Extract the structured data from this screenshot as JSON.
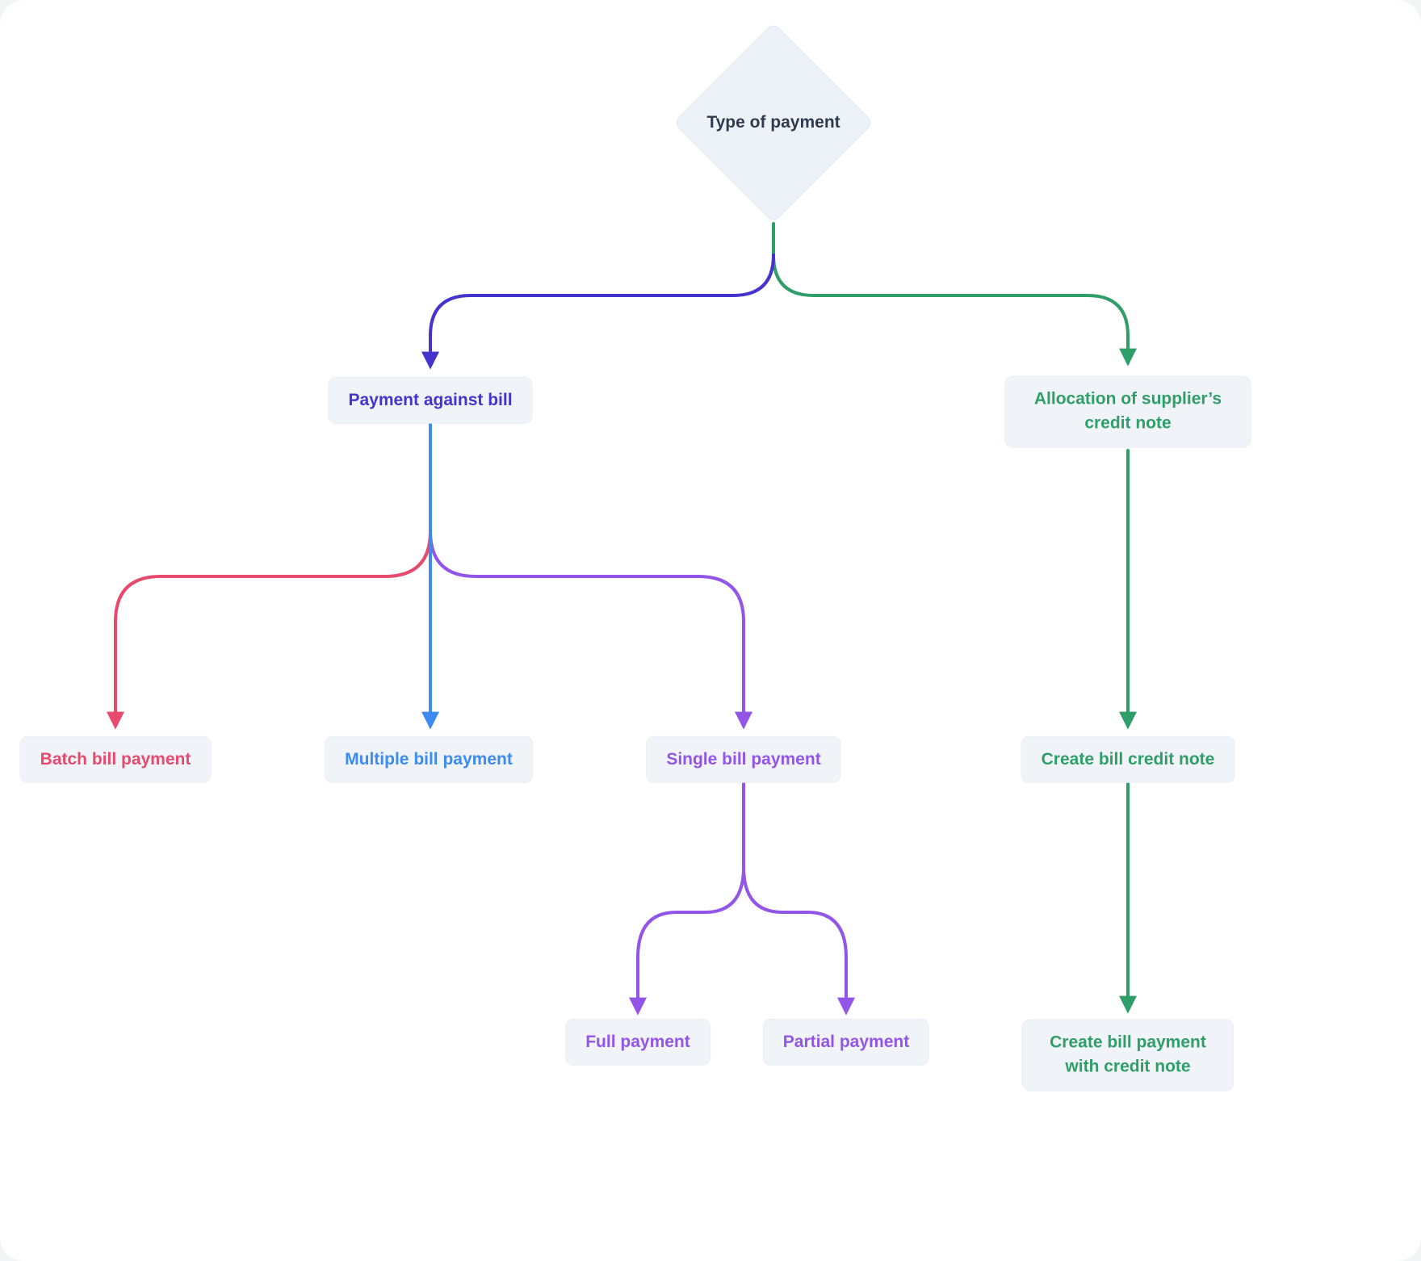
{
  "nodes": {
    "type_of_payment": {
      "label": "Type of payment",
      "shape": "diamond",
      "color": "#2e3b4e"
    },
    "payment_against_bill": {
      "label": "Payment against bill",
      "color": "#4433cc"
    },
    "allocation_of_suppliers_credit_note": {
      "label": "Allocation of supplier’s credit note",
      "color": "#2f9e68"
    },
    "batch_bill_payment": {
      "label": "Batch bill payment",
      "color": "#e84a6e"
    },
    "multiple_bill_payment": {
      "label": "Multiple bill payment",
      "color": "#3d8af0"
    },
    "single_bill_payment": {
      "label": "Single bill payment",
      "color": "#9355e8"
    },
    "create_bill_credit_note": {
      "label": "Create bill credit note",
      "color": "#2f9e68"
    },
    "full_payment": {
      "label": "Full payment",
      "color": "#9355e8"
    },
    "partial_payment": {
      "label": "Partial payment",
      "color": "#9355e8"
    },
    "create_bill_payment_with_credit_note": {
      "label": "Create bill payment with credit note",
      "color": "#2f9e68"
    }
  },
  "edges": [
    {
      "from": "type_of_payment",
      "to": "payment_against_bill",
      "color": "#4433cc"
    },
    {
      "from": "type_of_payment",
      "to": "allocation_of_suppliers_credit_note",
      "color": "#2f9e68"
    },
    {
      "from": "payment_against_bill",
      "to": "batch_bill_payment",
      "color": "#e84a6e"
    },
    {
      "from": "payment_against_bill",
      "to": "multiple_bill_payment",
      "color": "#3d8af0"
    },
    {
      "from": "payment_against_bill",
      "to": "single_bill_payment",
      "color": "#9355e8"
    },
    {
      "from": "single_bill_payment",
      "to": "full_payment",
      "color": "#9355e8"
    },
    {
      "from": "single_bill_payment",
      "to": "partial_payment",
      "color": "#9355e8"
    },
    {
      "from": "allocation_of_suppliers_credit_note",
      "to": "create_bill_credit_note",
      "color": "#2f9e68"
    },
    {
      "from": "create_bill_credit_note",
      "to": "create_bill_payment_with_credit_note",
      "color": "#2f9e68"
    }
  ],
  "colors": {
    "indigo": "#4433cc",
    "green": "#2f9e68",
    "pink": "#e84a6e",
    "blue": "#3d8af0",
    "purple": "#9355e8",
    "node_bg": "#f0f4f9",
    "node_border": "#e7edf5",
    "diamond_bg": "#edf2f9",
    "diamond_border": "#e2e9f2",
    "title_text": "#2e3b4e"
  }
}
